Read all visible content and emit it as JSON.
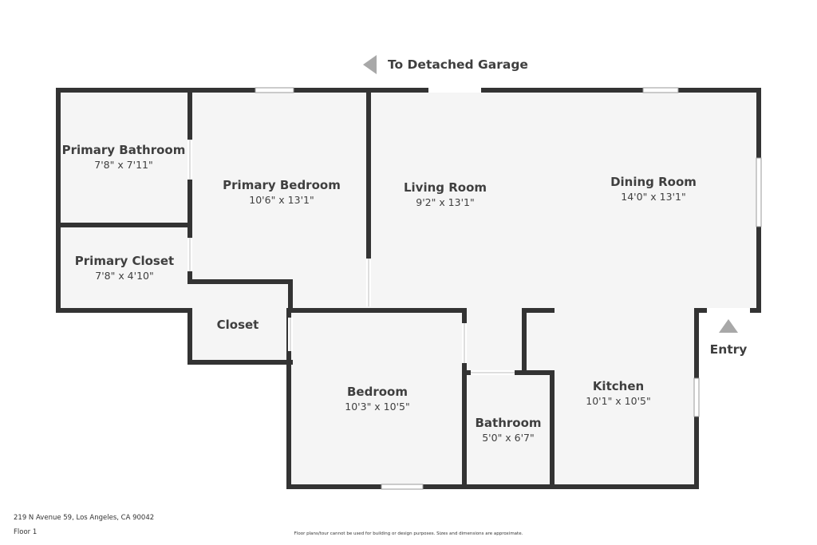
{
  "header": {
    "garage_label": "To Detached Garage",
    "arrow_icon": "left-triangle-arrow-icon"
  },
  "entry": {
    "label": "Entry",
    "arrow_icon": "up-triangle-arrow-icon"
  },
  "rooms": {
    "primary_bathroom": {
      "name": "Primary Bathroom",
      "dims": "7'8\" x 7'11\""
    },
    "primary_closet": {
      "name": "Primary Closet",
      "dims": "7'8\" x 4'10\""
    },
    "primary_bedroom": {
      "name": "Primary Bedroom",
      "dims": "10'6\" x 13'1\""
    },
    "living_room": {
      "name": "Living Room",
      "dims": "9'2\" x 13'1\""
    },
    "dining_room": {
      "name": "Dining Room",
      "dims": "14'0\" x 13'1\""
    },
    "closet": {
      "name": "Closet"
    },
    "bedroom": {
      "name": "Bedroom",
      "dims": "10'3\" x 10'5\""
    },
    "bathroom": {
      "name": "Bathroom",
      "dims": "5'0\" x 6'7\""
    },
    "kitchen": {
      "name": "Kitchen",
      "dims": "10'1\" x 10'5\""
    }
  },
  "footer": {
    "address": "219 N Avenue 59, Los Angeles, CA 90042",
    "floor": "Floor 1",
    "disclaimer": "Floor plans/tour cannot be used for building or design purposes. Sizes and dimensions are approximate."
  },
  "colors": {
    "wall": "#333333",
    "floor": "#f5f5f5",
    "arrow": "#a8a8a8",
    "text": "#3f3f3f"
  }
}
